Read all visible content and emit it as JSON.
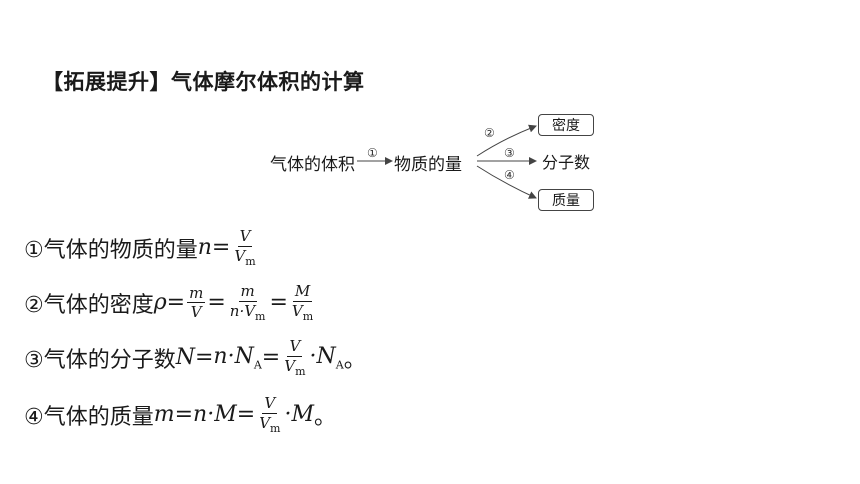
{
  "title": "【拓展提升】气体摩尔体积的计算",
  "diagram": {
    "left_node": "气体的体积",
    "center_node": "物质的量",
    "arrow1_label": "①",
    "arrow2_label": "②",
    "arrow3_label": "③",
    "arrow4_label": "④",
    "box_density": "密度",
    "box_molecules": "分子数",
    "box_mass": "质量"
  },
  "formulas": {
    "f1": {
      "prefix": "①气体的物质的量",
      "lhs": "n",
      "eq": "=",
      "num": "V",
      "den": "V",
      "den_sub": "m"
    },
    "f2": {
      "prefix": "②气体的密度",
      "lhs": "ρ",
      "eq1": "=",
      "n1": "m",
      "d1": "V",
      "eq2": "=",
      "n2": "m",
      "d2a": "n·V",
      "d2_sub": "m",
      "eq3": "=",
      "n3": "M",
      "d3": "V",
      "d3_sub": "m"
    },
    "f3": {
      "prefix": "③气体的分子数",
      "lhs": "N",
      "eq1": "=",
      "mid": "n·N",
      "mid_sub": "A",
      "eq2": "=",
      "num": "V",
      "den": "V",
      "den_sub": "m",
      "tail": "·N",
      "tail_sub": "A",
      "end": "。"
    },
    "f4": {
      "prefix": "④气体的质量",
      "lhs": "m",
      "eq1": "=",
      "mid": "n·M",
      "eq2": "=",
      "num": "V",
      "den": "V",
      "den_sub": "m",
      "tail": "·M",
      "end": "。"
    }
  }
}
